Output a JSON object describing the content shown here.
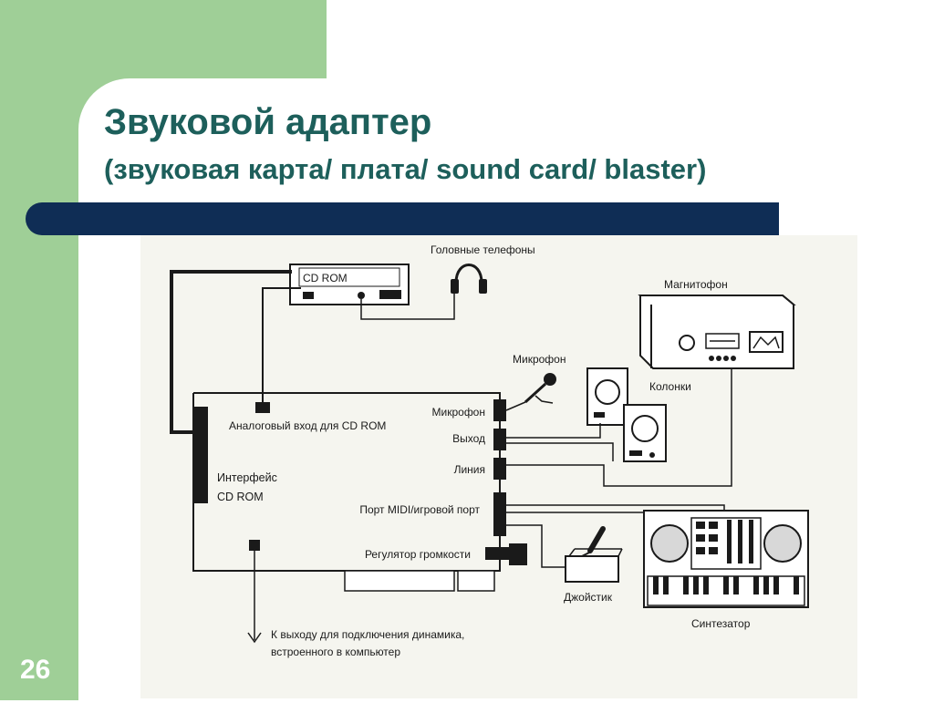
{
  "slide": {
    "title": "Звуковой адаптер",
    "subtitle": "(звуковая карта/ плата/ sound card/ blaster)",
    "number": "26"
  },
  "colors": {
    "green_panel": "#9fcf97",
    "title_text": "#1d5f5b",
    "title_bar": "#0f2d55",
    "diagram_bg": "#f5f5ef",
    "line": "#1a1a1a"
  },
  "diagram": {
    "cdrom_label": "CD ROM",
    "headphones_label": "Головные телефоны",
    "tape_recorder_label": "Магнитофон",
    "microphone_device_label": "Микрофон",
    "speakers_label": "Колонки",
    "analog_input_label": "Аналоговый вход для CD ROM",
    "interface_label_line1": "Интерфейс",
    "interface_label_line2": "CD ROM",
    "port_microphone_label": "Микрофон",
    "port_output_label": "Выход",
    "port_line_label": "Линия",
    "port_midi_label": "Порт MIDI/игровой порт",
    "volume_control_label": "Регулятор громкости",
    "joystick_label": "Джойстик",
    "synthesizer_label": "Синтезатор",
    "speaker_output_line1": "К выходу для подключения динамика,",
    "speaker_output_line2": "встроенного в компьютер"
  }
}
